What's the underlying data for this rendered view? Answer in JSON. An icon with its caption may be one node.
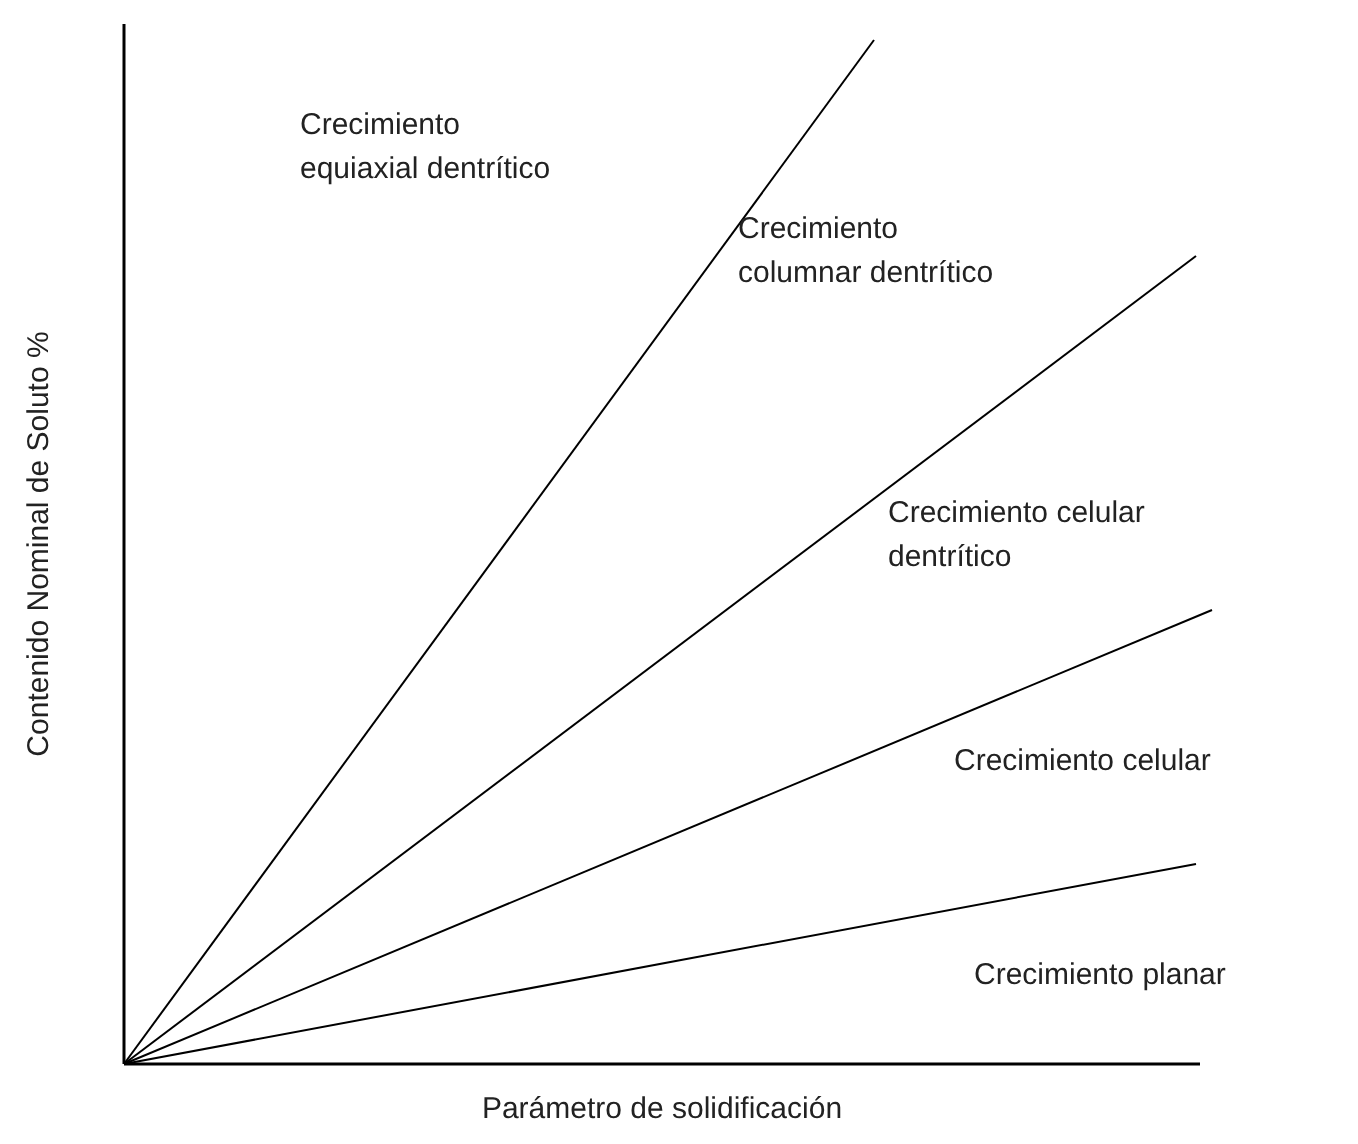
{
  "diagram": {
    "labels": [
      "Crecimiento equiaxial dentrítico",
      "Crecimiento columnar dentrítico",
      "Crecimiento celular dentrítico",
      "Crecimiento celular",
      "Crecimiento planar",
      "Contenido Nominal de Soluto %",
      "Parámetro de solidificación"
    ]
  }
}
